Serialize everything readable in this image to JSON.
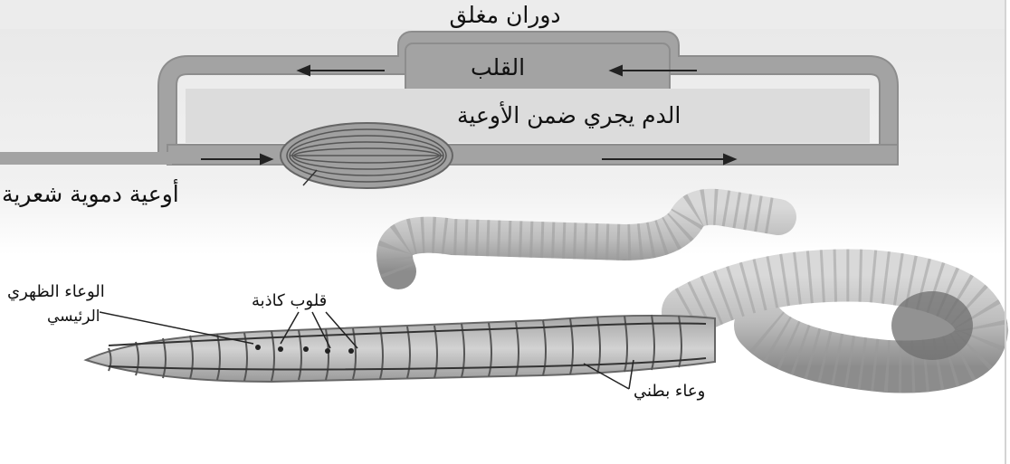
{
  "title": "دوران مغلق",
  "labels": {
    "heart": "القلب",
    "blood_in_vessels": "الدم يجري ضمن الأوعية",
    "capillaries": "أوعية دموية شعرية",
    "dorsal_vessel_line1": "الوعاء الظهري",
    "dorsal_vessel_line2": "الرئيسي",
    "hearts": "قلوب كاذبة",
    "ventral_vessel": "وعاء بطني"
  }
}
